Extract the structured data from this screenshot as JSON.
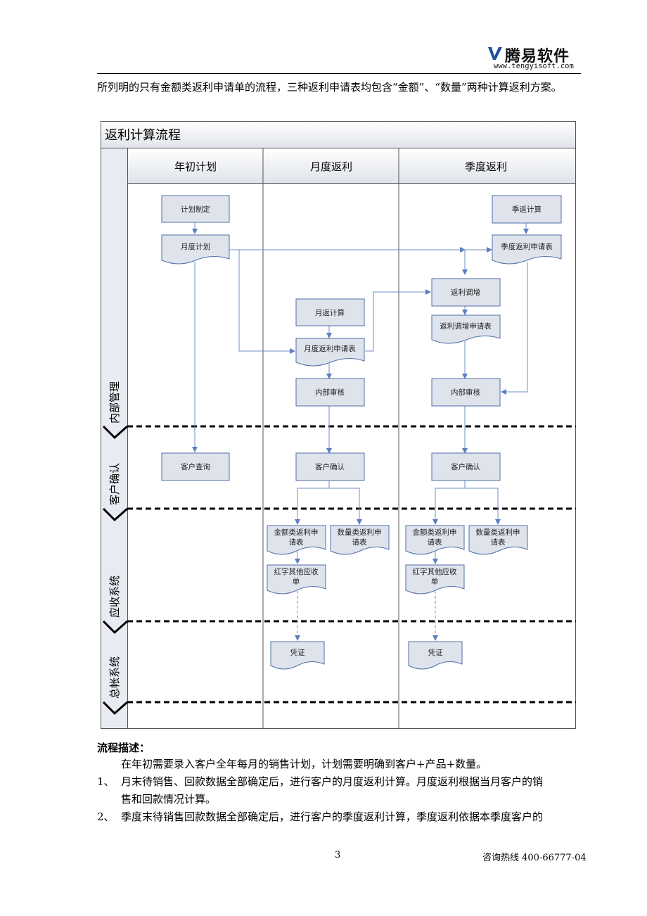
{
  "header": {
    "brand": "腾易软件",
    "url": "www.tengyisoft.com"
  },
  "intro": "所列明的只有金额类返利申请单的流程，三种返利申请表均包含“金额”、“数量”两种计算返利方案。",
  "diagram": {
    "title": "返利计算流程",
    "columns": [
      "年初计划",
      "月度返利",
      "季度返利"
    ],
    "lanes": [
      "内部管理",
      "客户确认",
      "应收系统",
      "总帐系统"
    ],
    "nodes": {
      "plan_make": "计划制定",
      "monthly_plan": "月度计划",
      "customer_query": "客户查询",
      "month_calc": "月返计算",
      "month_apply": "月度返利申请表",
      "month_review": "内部审核",
      "month_confirm": "客户确认",
      "month_amount_l1": "金额类返利申",
      "month_amount_l2": "请表",
      "month_qty_l1": "数量类返利申",
      "month_qty_l2": "请表",
      "month_red_l1": "红字其他应收",
      "month_red_l2": "单",
      "month_voucher": "凭证",
      "quarter_calc": "季返计算",
      "quarter_apply": "季度返利申请表",
      "adjust": "返利调增",
      "adjust_apply": "返利调增申请表",
      "quarter_review": "内部审核",
      "quarter_confirm": "客户确认",
      "quarter_amount_l1": "金额类返利申",
      "quarter_amount_l2": "请表",
      "quarter_qty_l1": "数量类返利申",
      "quarter_qty_l2": "请表",
      "quarter_red_l1": "红字其他应收",
      "quarter_red_l2": "单",
      "quarter_voucher": "凭证"
    }
  },
  "description": {
    "title": "流程描述：",
    "intro": "在年初需要录入客户全年每月的销售计划，计划需要明确到客户+产品+数量。",
    "items": [
      {
        "num": "1、",
        "line1": "月末待销售、回款数据全部确定后，进行客户的月度返利计算。月度返利根据当月客户的销",
        "line2": "售和回款情况计算。"
      },
      {
        "num": "2、",
        "line1": "季度末待销售回款数据全部确定后，进行客户的季度返利计算，季度返利依据本季度客户的"
      }
    ]
  },
  "footer": {
    "page": "3",
    "hotline": "咨询热线 400-66777-04"
  },
  "colors": {
    "box_fill": "#dfe3ec",
    "box_stroke": "#4f6fa8",
    "arrow": "#5b7fc0",
    "lane_bg": "#e8ebf1"
  }
}
